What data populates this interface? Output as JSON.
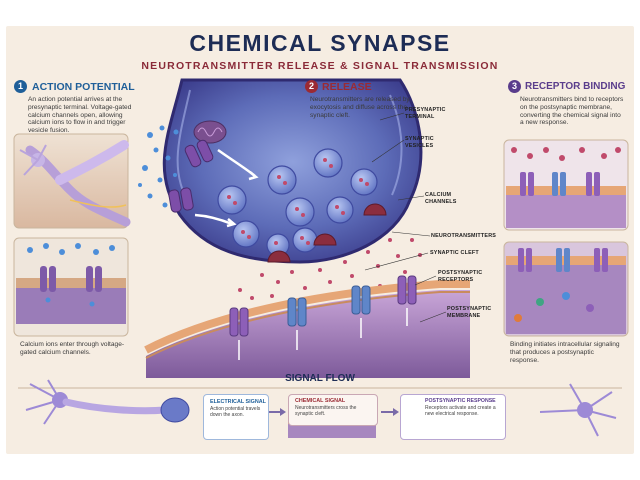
{
  "header": {
    "title": "CHEMICAL SYNAPSE",
    "subtitle": "NEUROTRANSMITTER RELEASE & SIGNAL TRANSMISSION"
  },
  "sections": {
    "action_potential": {
      "number": "1",
      "heading": "ACTION POTENTIAL",
      "body": "An action potential arrives at the presynaptic terminal. Voltage-gated calcium channels open, allowing calcium ions to flow in and trigger vesicle fusion.",
      "caption": "Calcium ions enter through voltage-gated calcium channels."
    },
    "release": {
      "number": "2",
      "heading": "RELEASE",
      "body": "Neurotransmitters are released by exocytosis and diffuse across the synaptic cleft."
    },
    "receptor_binding": {
      "number": "3",
      "heading": "RECEPTOR BINDING",
      "body": "Neurotransmitters bind to receptors on the postsynaptic membrane, converting the chemical signal into a new response.",
      "caption": "Binding initiates intracellular signaling that produces a postsynaptic response."
    }
  },
  "callouts": {
    "presynaptic_terminal": "PRESYNAPTIC TERMINAL",
    "synaptic_vesicles": "SYNAPTIC VESICLES",
    "calcium_channels": "CALCIUM CHANNELS",
    "neurotransmitters": "NEUROTRANSMITTERS",
    "synaptic_cleft": "SYNAPTIC CLEFT",
    "postsynaptic_receptors": "POSTSYNAPTIC RECEPTORS",
    "postsynaptic_membrane": "POSTSYNAPTIC MEMBRANE"
  },
  "signal_flow": {
    "heading": "SIGNAL FLOW",
    "electrical": {
      "title": "ELECTRICAL SIGNAL",
      "body": "Action potential travels down the axon."
    },
    "chemical": {
      "title": "CHEMICAL SIGNAL",
      "body": "Neurotransmitters cross the synaptic cleft."
    },
    "postsynaptic": {
      "title": "POSTSYNAPTIC RESPONSE",
      "body": "Receptors activate and create a new electrical response."
    }
  },
  "colors": {
    "title": "#1d2c55",
    "subtitle": "#8a2a38",
    "section1": "#1f5f99",
    "section2": "#9b2a33",
    "section3": "#5a3d8c",
    "membrane": "#6b4f9e",
    "vesicle": "#6f82c9",
    "calcium_ion": "#4d8ed9",
    "neurotransmitter": "#c04a6b"
  }
}
